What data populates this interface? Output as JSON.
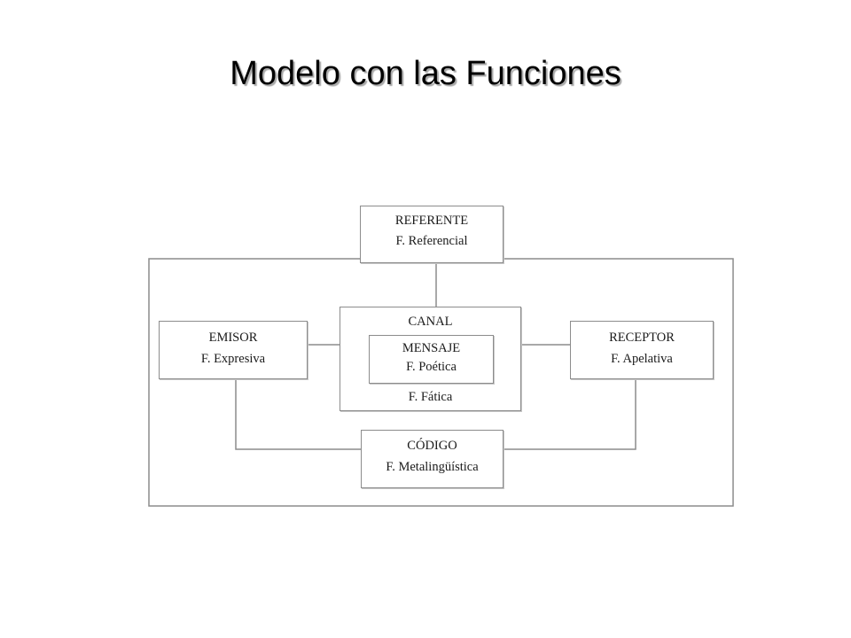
{
  "slide": {
    "title": "Modelo con las Funciones"
  },
  "diagram": {
    "referente": {
      "name": "REFERENTE",
      "function": "F. Referencial"
    },
    "emisor": {
      "name": "EMISOR",
      "function": "F. Expresiva"
    },
    "canal": {
      "name": "CANAL",
      "function": "F. Fática"
    },
    "mensaje": {
      "name": "MENSAJE",
      "function": "F. Poética"
    },
    "receptor": {
      "name": "RECEPTOR",
      "function": "F. Apelativa"
    },
    "codigo": {
      "name": "CÓDIGO",
      "function": "F. Metalingüística"
    },
    "line_color": "#8c8c8c"
  }
}
